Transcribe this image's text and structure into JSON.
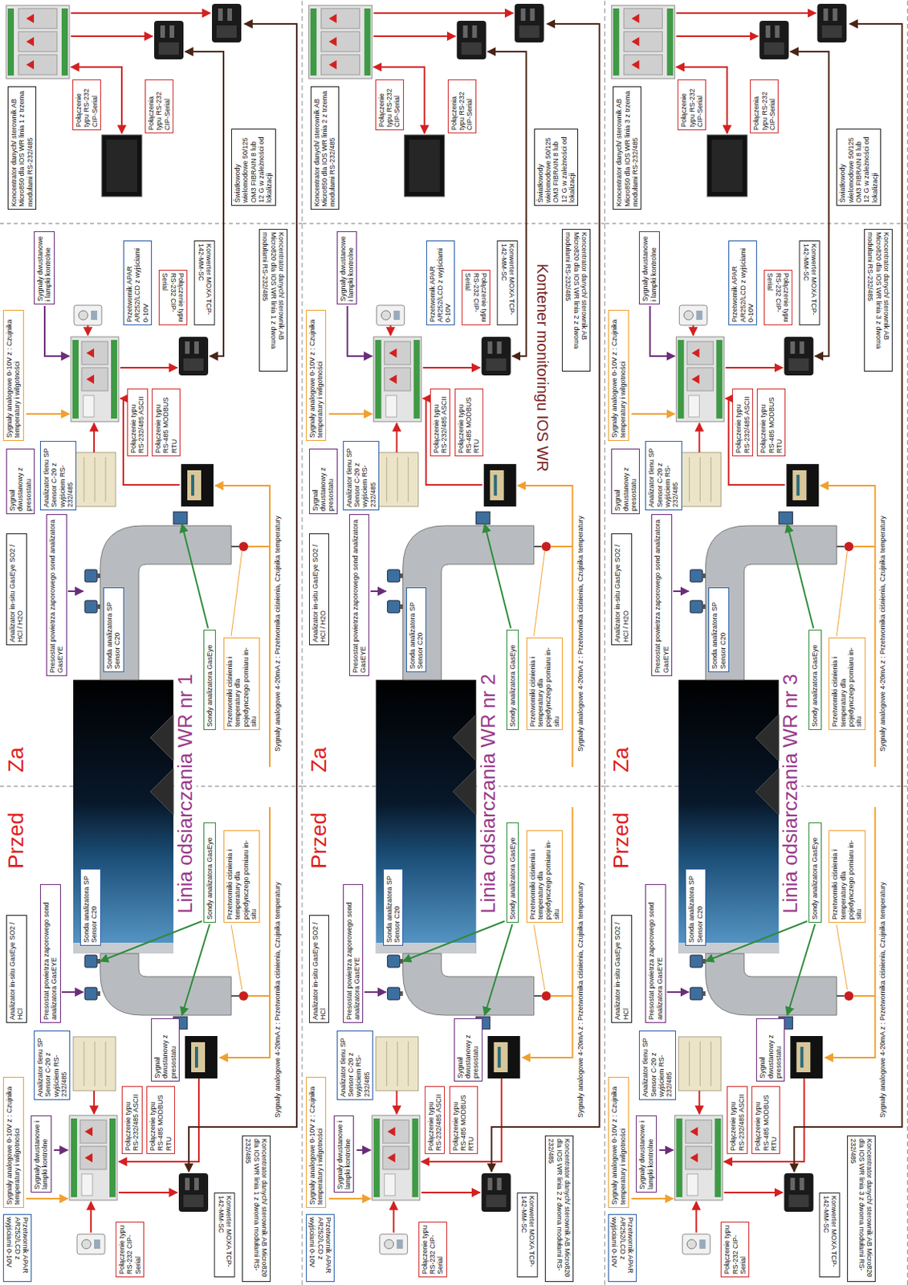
{
  "diagram": {
    "nodes": [
      {
        "text": [
          "Przetwornik APAR AR252/LCD z wyjściami 0-10V"
        ]
      },
      {
        "text": [
          "Sygnały analogowe 0-10V z : Czujnika temperatury i wilgotności"
        ]
      },
      {
        "text": [
          "Sygnały dwustanowe i lampki kontrolne"
        ]
      },
      {
        "text": [
          "Połączenie typu RS-232 CIP-Serial"
        ]
      },
      {
        "text": [
          "Połączenie typu RS-232/485 ASCII"
        ]
      },
      {
        "text": [
          "Połączenie typu RS-485 MODBUS RTU"
        ]
      },
      {
        "text": [
          "Konwerter MOXA TCP-142-MM-SC"
        ]
      },
      {
        "text": [
          "Koncentrator danych/ sterownik AB Micro820 dla IOS WR linia 1 z dwoma modułami RS-232/485"
        ]
      },
      {
        "text": [
          "Analizator tlenu SP Sensor C-20 z wyjściem RS-232/485"
        ]
      },
      {
        "text": [
          "Sygnał dwustanowy z presostatu"
        ]
      },
      {
        "text": [
          "Analizator in-situ GasEye SO2 / HCl"
        ]
      },
      {
        "text": [
          "Presostat powietrza zaporowego sond analizatora GasEYE"
        ]
      },
      {
        "text": [
          "Sonda analizatora SP Sensor C20"
        ]
      },
      {
        "text": [
          "Sondy analizatora GasEye"
        ]
      },
      {
        "text": [
          "Przetworniki ciśnienia i temperatury dla pojedynczego pomiaru in-situ"
        ]
      },
      {
        "text": [
          "Analizator in-situ GasEye SO2 / HCl / H2O"
        ]
      },
      {
        "text": [
          "Presostat powietrza zaporowego sond analizatora GasEYE"
        ]
      },
      {
        "text": [
          "Sonda analizatora SP Sensor C20"
        ]
      },
      {
        "text": [
          "Sondy analizatora GasEye"
        ]
      },
      {
        "text": [
          "Przetworniki ciśnienia i temperatury dla pojedynczego pomiaru in-situ"
        ]
      },
      {
        "text": [
          "Sygnał dwustanowy z presostatu"
        ]
      },
      {
        "text": [
          "Analizator tlenu SP Sensor C-20 z wyjściem RS-232/485"
        ]
      },
      {
        "text": [
          "Połączenie typu RS-232/485 ASCII"
        ]
      },
      {
        "text": [
          "Połączenie typu RS-485 MODBUS RTU"
        ]
      },
      {
        "text": [
          "Sygnały analogowe 0-10V z : Czujnika temperatury i wilgotności"
        ]
      },
      {
        "text": [
          "Sygnały dwustanowe i lampki kontrolne"
        ]
      },
      {
        "text": [
          "Przetwornik APAR AR252/LCD z wyjściami 0-10V"
        ]
      },
      {
        "text": [
          "Koncentrator danych/ sterownik AB Micro820 dla IOS WR linia 1 z dwoma modułami RS-232/485"
        ]
      },
      {
        "text": [
          "Połączenie typu RS-232 CIP-Serial"
        ]
      },
      {
        "text": [
          "Konwerter MOXA TCP-142-MM-SC"
        ]
      },
      {
        "text": [
          "Koncentrator danych/ sterownik AB Micro850 dla IOS WR linia 1 z trzema modułami RS-232/485"
        ]
      },
      {
        "text": [
          "Połączenie typu RS-232 CIP-Serial"
        ]
      },
      {
        "text": [
          "Połączenia typu RS-232 CIP-Serial"
        ]
      },
      {
        "text": [
          "Światłowody wielomodowe 50/125 OM3 FIBRAIN 8 lub 12 G w zależności od lokalizacji"
        ]
      },
      {
        "text": [
          "Przetwornik APAR AR252/LCD z wyjściami 0-10V"
        ]
      },
      {
        "text": [
          "Sygnały analogowe 0-10V z : Czujnika temperatury i wilgotności"
        ]
      },
      {
        "text": [
          "Sygnały dwustanowe i lampki kontrolne"
        ]
      },
      {
        "text": [
          "Połączenie typu RS-232 CIP-Serial"
        ]
      },
      {
        "text": [
          "Połączenie typu RS-232/485 ASCII"
        ]
      },
      {
        "text": [
          "Połączenie typu RS-485 MODBUS RTU"
        ]
      },
      {
        "text": [
          "Konwerter MOXA TCP-142-MM-SC"
        ]
      },
      {
        "text": [
          "Koncentrator danych/ sterownik AB Micro820 dla IOS WR linia 2 z dwoma modułami RS-232/485"
        ]
      },
      {
        "text": [
          "Analizator tlenu SP Sensor C-20 z wyjściem RS-232/485"
        ]
      },
      {
        "text": [
          "Sygnał dwustanowy z presostatu"
        ]
      },
      {
        "text": [
          "Analizator in-situ GasEye SO2 / HCl"
        ]
      },
      {
        "text": [
          "Presostat powietrza zaporowego sond analizatora GasEYE"
        ]
      },
      {
        "text": [
          "Sonda analizatora SP Sensor C20"
        ]
      },
      {
        "text": [
          "Sondy analizatora GasEye"
        ]
      },
      {
        "text": [
          "Przetworniki ciśnienia i temperatury dla pojedynczego pomiaru in-situ"
        ]
      },
      {
        "text": [
          "Analizator in-situ GasEye SO2 / HCl / H2O"
        ]
      },
      {
        "text": [
          "Presostat powietrza zaporowego sond analizatora GasEYE"
        ]
      },
      {
        "text": [
          "Sonda analizatora SP Sensor C20"
        ]
      },
      {
        "text": [
          "Sondy analizatora GasEye"
        ]
      },
      {
        "text": [
          "Przetworniki ciśnienia i temperatury dla pojedynczego pomiaru in-situ"
        ]
      },
      {
        "text": [
          "Sygnał dwustanowy z presostatu"
        ]
      },
      {
        "text": [
          "Analizator tlenu SP Sensor C-20 z wyjściem RS-232/485"
        ]
      },
      {
        "text": [
          "Połączenie typu RS-232/485 ASCII"
        ]
      },
      {
        "text": [
          "Połączenie typu RS-485 MODBUS RTU"
        ]
      },
      {
        "text": [
          "Sygnały analogowe 0-10V z : Czujnika temperatury i wilgotności"
        ]
      },
      {
        "text": [
          "Sygnały dwustanowe i lampki kontrolne"
        ]
      },
      {
        "text": [
          "Przetwornik APAR AR252/LCD z wyjściami 0-10V"
        ]
      },
      {
        "text": [
          "Koncentrator danych/ sterownik AB Micro820 dla IOS WR linia 2 z dwoma modułami RS-232/485"
        ]
      },
      {
        "text": [
          "Połączenie typu RS-232 CIP-Serial"
        ]
      },
      {
        "text": [
          "Konwerter MOXA TCP-142-MM-SC"
        ]
      },
      {
        "text": [
          "Koncentrator danych/ sterownik AB Micro850 dla IOS WR linia 2 z trzema modułami RS-232/485"
        ]
      },
      {
        "text": [
          "Połączenie typu RS-232 CIP-Serial"
        ]
      },
      {
        "text": [
          "Połączenia typu RS-232 CIP-Serial"
        ]
      },
      {
        "text": [
          "Światłowody wielomodowe 50/125 OM3 FIBRAIN 8 lub 12 G w zależności od lokalizacji"
        ]
      },
      {
        "text": [
          "Przetwornik APAR AR252/LCD z wyjściami 0-10V"
        ]
      },
      {
        "text": [
          "Sygnały analogowe 0-10V z : Czujnika temperatury i wilgotności"
        ]
      },
      {
        "text": [
          "Sygnały dwustanowe i lampki kontrolne"
        ]
      },
      {
        "text": [
          "Połączenie typu RS-232 CIP-Serial"
        ]
      },
      {
        "text": [
          "Połączenie typu RS-232/485 ASCII"
        ]
      },
      {
        "text": [
          "Połączenie typu RS-485 MODBUS RTU"
        ]
      },
      {
        "text": [
          "Konwerter MOXA TCP-142-MM-SC"
        ]
      },
      {
        "text": [
          "Koncentrator danych/ sterownik AB Micro820 dla IOS WR linia 3 z dwoma modułami RS-232/485"
        ]
      },
      {
        "text": [
          "Analizator tlenu SP Sensor C-20 z wyjściem RS-232/485"
        ]
      },
      {
        "text": [
          "Sygnał dwustanowy z presostatu"
        ]
      },
      {
        "text": [
          "Analizator in-situ GasEye SO2 / HCl"
        ]
      },
      {
        "text": [
          "Presostat powietrza zaporowego sond analizatora GasEYE"
        ]
      },
      {
        "text": [
          "Sonda analizatora SP Sensor C20"
        ]
      },
      {
        "text": [
          "Sondy analizatora GasEye"
        ]
      },
      {
        "text": [
          "Przetworniki ciśnienia i temperatury dla pojedynczego pomiaru in-situ"
        ]
      },
      {
        "text": [
          "Analizator in-situ GasEye SO2 / HCl / H2O"
        ]
      },
      {
        "text": [
          "Presostat powietrza zaporowego sond analizatora GasEYE"
        ]
      },
      {
        "text": [
          "Sonda analizatora SP Sensor C20"
        ]
      },
      {
        "text": [
          "Sondy analizatora GasEye"
        ]
      },
      {
        "text": [
          "Przetworniki ciśnienia i temperatury dla pojedynczego pomiaru in-situ"
        ]
      },
      {
        "text": [
          "Sygnał dwustanowy z presostatu"
        ]
      },
      {
        "text": [
          "Analizator tlenu SP Sensor C-20 z wyjściem RS-232/485"
        ]
      },
      {
        "text": [
          "Połączenie typu RS-232/485 ASCII"
        ]
      },
      {
        "text": [
          "Połączenie typu RS-485 MODBUS RTU"
        ]
      },
      {
        "text": [
          "Sygnały analogowe 0-10V z : Czujnika temperatury i wilgotności"
        ]
      },
      {
        "text": [
          "Sygnały dwustanowe i lampki kontrolne"
        ]
      },
      {
        "text": [
          "Przetwornik APAR AR252/LCD z wyjściami 0-10V"
        ]
      },
      {
        "text": [
          "Koncentrator danych/ sterownik AB Micro820 dla IOS WR linia 3 z dwoma modułami RS-232/485"
        ]
      },
      {
        "text": [
          "Połączenie typu RS-232 CIP-Serial"
        ]
      },
      {
        "text": [
          "Konwerter MOXA TCP-142-MM-SC"
        ]
      },
      {
        "text": [
          "Koncentrator danych/ sterownik AB Micro850 dla IOS WR linia 3 z trzema modułami RS-232/485"
        ]
      },
      {
        "text": [
          "Połączenie typu RS-232 CIP-Serial"
        ]
      },
      {
        "text": [
          "Połączenia typu RS-232 CIP-Serial"
        ]
      },
      {
        "text": [
          "Światłowody wielomodowe 50/125 OM3 FIBRAIN 8 lub 12 G w zależności od lokalizacji"
        ]
      }
    ],
    "labels": [
      "Przed",
      "Linia odsiarczania WR nr 1",
      "Sygnały analogowe 4-20mA z : Przetwornika ciśnienia, Czujnika temperatury",
      "Za",
      "Sygnały analogowe 4-20mA z : Przetwornika ciśnienia, Czujnika temperatury",
      "Przed",
      "Linia odsiarczania WR nr 2",
      "Sygnały analogowe 4-20mA z : Przetwornika ciśnienia, Czujnika temperatury",
      "Za",
      "Sygnały analogowe 4-20mA z : Przetwornika ciśnienia, Czujnika temperatury",
      "Kontener monitoringu IOS WR",
      "Przed",
      "Linia odsiarczania WR nr 3",
      "Sygnały analogowe 4-20mA z : Przetwornika ciśnienia, Czujnika temperatury",
      "Za",
      "Sygnały analogowe 4-20mA z : Przetwornika ciśnienia, Czujnika temperatury"
    ]
  }
}
